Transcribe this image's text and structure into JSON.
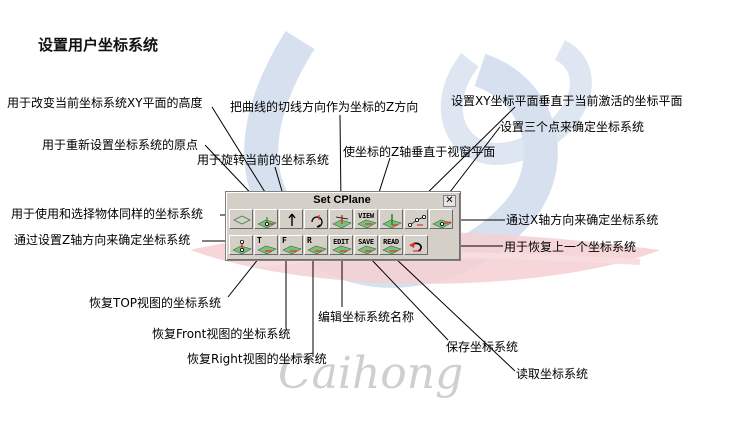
{
  "page_title": "设置用户坐标系统",
  "toolbar": {
    "title": "Set CPlane",
    "close_glyph": "✕",
    "row1": [
      {
        "name": "cplane-object-button",
        "icon": "plane-diamond-icon",
        "text": ""
      },
      {
        "name": "cplane-origin-button",
        "icon": "plane-axes-icon",
        "text": ""
      },
      {
        "name": "cplane-elevation-button",
        "icon": "up-arrow-icon",
        "text": ""
      },
      {
        "name": "cplane-rotate-button",
        "icon": "rotate-icon",
        "text": ""
      },
      {
        "name": "cplane-curve-button",
        "icon": "curve-plane-icon",
        "text": ""
      },
      {
        "name": "cplane-view-button",
        "icon": "plane-view-icon",
        "text": "VIEW"
      },
      {
        "name": "cplane-perpendicular-button",
        "icon": "plane-perpendicular-icon",
        "text": ""
      },
      {
        "name": "cplane-3point-button",
        "icon": "three-points-icon",
        "text": ""
      },
      {
        "name": "cplane-xaxis-button",
        "icon": "plane-xaxis-icon",
        "text": ""
      }
    ],
    "row2": [
      {
        "name": "cplane-zaxis-button",
        "icon": "plane-zaxis-icon",
        "text": ""
      },
      {
        "name": "cplane-top-button",
        "icon": "plane-top-icon",
        "text": "T"
      },
      {
        "name": "cplane-front-button",
        "icon": "plane-front-icon",
        "text": "F"
      },
      {
        "name": "cplane-right-button",
        "icon": "plane-right-icon",
        "text": "R"
      },
      {
        "name": "cplane-edit-button",
        "icon": "plane-edit-icon",
        "text": "EDIT"
      },
      {
        "name": "cplane-save-button",
        "icon": "plane-save-icon",
        "text": "SAVE"
      },
      {
        "name": "cplane-read-button",
        "icon": "plane-read-icon",
        "text": "READ"
      },
      {
        "name": "cplane-undo-button",
        "icon": "undo-icon",
        "text": ""
      }
    ]
  },
  "annotations": {
    "elevation": "用于改变当前坐标系统XY平面的高度",
    "curve": "把曲线的切线方向作为坐标的Z方向",
    "perpendicular": "设置XY坐标平面垂直于当前激活的坐标平面",
    "three_point": "设置三个点来确定坐标系统",
    "origin": "用于重新设置坐标系统的原点",
    "view": "使坐标的Z轴垂直于视窗平面",
    "rotate": "用于旋转当前的坐标系统",
    "object": "用于使用和选择物体同样的坐标系统",
    "x_axis": "通过X轴方向来确定坐标系统",
    "z_axis": "通过设置Z轴方向来确定坐标系统",
    "undo": "用于恢复上一个坐标系统",
    "top": "恢复TOP视图的坐标系统",
    "edit": "编辑坐标系统名称",
    "front": "恢复Front视图的坐标系统",
    "save": "保存坐标系统",
    "right": "恢复Right视图的坐标系统",
    "read": "读取坐标系统"
  },
  "watermark": "Caihong",
  "colors": {
    "toolbar": "#d4d0c8",
    "plane_green": "#7cbf7c",
    "axis_red": "#e03030",
    "swirl_blue": "#c9d6ea",
    "swirl_red": "#f2c6c9"
  }
}
